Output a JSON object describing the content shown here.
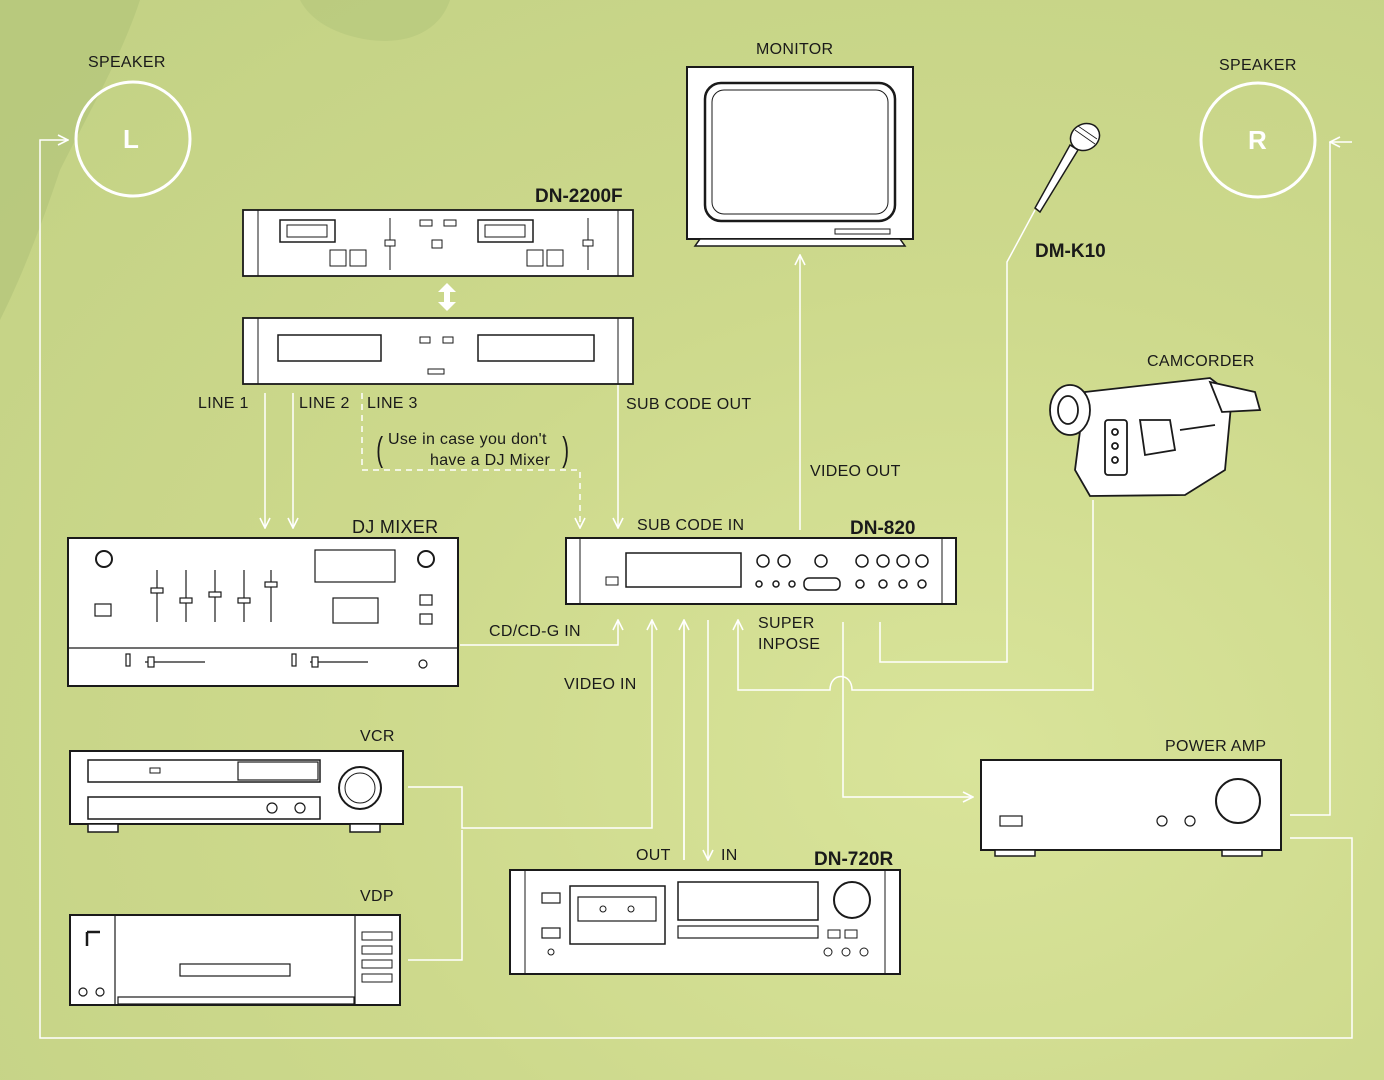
{
  "labels": {
    "speaker_left": "SPEAKER",
    "speaker_right": "SPEAKER",
    "speaker_left_letter": "L",
    "speaker_right_letter": "R",
    "monitor": "MONITOR",
    "dn2200f": "DN-2200F",
    "dmk10": "DM-K10",
    "camcorder": "CAMCORDER",
    "line1": "LINE 1",
    "line2": "LINE 2",
    "line3": "LINE 3",
    "sub_code_out": "SUB CODE OUT",
    "note_line1": "Use in case you don't",
    "note_line2": "have a DJ Mixer",
    "video_out": "VIDEO OUT",
    "dj_mixer": "DJ  MIXER",
    "sub_code_in": "SUB CODE IN",
    "dn820": "DN-820",
    "cd_cdg_in": "CD/CD-G IN",
    "super": "SUPER",
    "inpose": "INPOSE",
    "video_in": "VIDEO IN",
    "vcr": "VCR",
    "power_amp": "POWER AMP",
    "out": "OUT",
    "in": "IN",
    "dn720r": "DN-720R",
    "vdp": "VDP"
  },
  "colors": {
    "background": "#cddc8e",
    "wire": "#ffffff",
    "device_fill": "#ffffff",
    "device_stroke": "#1a1a1a",
    "blob": "#b4c67b"
  }
}
